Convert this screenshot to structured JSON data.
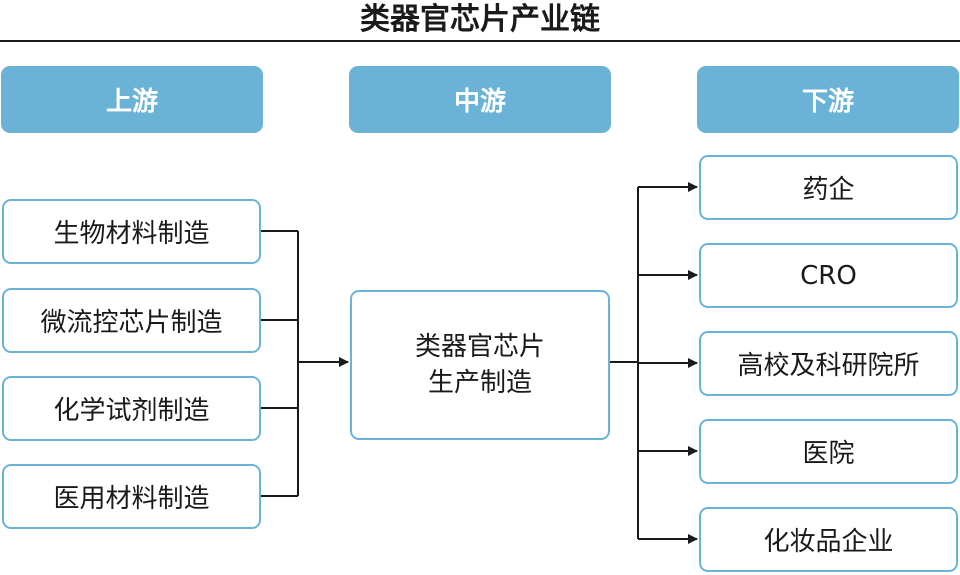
{
  "title": "类器官芯片产业链",
  "headers": {
    "upstream": "上游",
    "midstream": "中游",
    "downstream": "下游"
  },
  "upstream_items": [
    "生物材料制造",
    "微流控芯片制造",
    "化学试剂制造",
    "医用材料制造"
  ],
  "midstream_item": {
    "line1": "类器官芯片",
    "line2": "生产制造"
  },
  "downstream_items": [
    "药企",
    "CRO",
    "高校及科研院所",
    "医院",
    "化妆品企业"
  ],
  "colors": {
    "accent": "#6bb3d6",
    "line": "#1a1a1a",
    "text": "#1a1a1a"
  }
}
